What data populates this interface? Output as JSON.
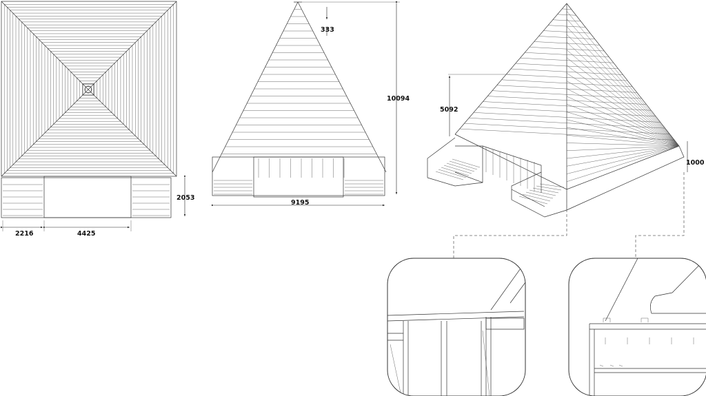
{
  "plan_view": {
    "dim_height": "2053",
    "dim_left": "2216",
    "dim_opening": "4425"
  },
  "front_elevation": {
    "dim_top_slat": "333",
    "dim_total_height": "10094",
    "dim_width": "9195"
  },
  "perspective_view": {
    "dim_stair_height": "5092",
    "dim_platform_height": "1000"
  },
  "details": [
    {
      "name": "detail-left"
    },
    {
      "name": "detail-right"
    }
  ]
}
